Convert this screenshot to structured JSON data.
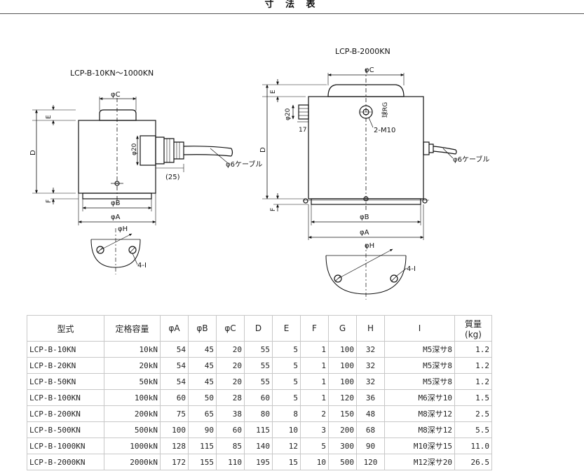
{
  "title": "寸 法 表",
  "drawing_left": {
    "model_label": "LCP-B-10KN～1000KN",
    "phi_c": "φC",
    "phi_20": "φ20",
    "phi_b": "φB",
    "phi_a": "φA",
    "phi_h": "φH",
    "d": "D",
    "e": "E",
    "f": "F",
    "dim_25": "(25)",
    "cable": "φ6ケーブル",
    "holes": "4-I"
  },
  "drawing_right": {
    "model_label": "LCP-B-2000KN",
    "phi_c": "φC",
    "phi_20": "φ20",
    "dim_17": "17",
    "ball": "球RG",
    "m10": "2-M10",
    "d": "D",
    "e": "E",
    "f": "F",
    "cable": "φ6ケーブル",
    "phi_b": "φB",
    "phi_a": "φA",
    "phi_h": "φH",
    "holes": "4-I"
  },
  "table": {
    "headers": [
      "型式",
      "定格容量",
      "φA",
      "φB",
      "φC",
      "D",
      "E",
      "F",
      "G",
      "H",
      "I",
      "質量\n(kg)"
    ],
    "rows": [
      [
        "LCP-B-10KN",
        "10kN",
        "54",
        "45",
        "20",
        "55",
        "5",
        "1",
        "100",
        "32",
        "M5深サ8",
        "1.2"
      ],
      [
        "LCP-B-20KN",
        "20kN",
        "54",
        "45",
        "20",
        "55",
        "5",
        "1",
        "100",
        "32",
        "M5深サ8",
        "1.2"
      ],
      [
        "LCP-B-50KN",
        "50kN",
        "54",
        "45",
        "20",
        "55",
        "5",
        "1",
        "100",
        "32",
        "M5深サ8",
        "1.2"
      ],
      [
        "LCP-B-100KN",
        "100kN",
        "60",
        "50",
        "28",
        "60",
        "5",
        "1",
        "120",
        "36",
        "M6深サ10",
        "1.5"
      ],
      [
        "LCP-B-200KN",
        "200kN",
        "75",
        "65",
        "38",
        "80",
        "8",
        "2",
        "150",
        "48",
        "M8深サ12",
        "2.5"
      ],
      [
        "LCP-B-500KN",
        "500kN",
        "100",
        "90",
        "60",
        "115",
        "10",
        "3",
        "200",
        "68",
        "M8深サ12",
        "5.5"
      ],
      [
        "LCP-B-1000KN",
        "1000kN",
        "128",
        "115",
        "85",
        "140",
        "12",
        "5",
        "300",
        "90",
        "M10深サ15",
        "11.0"
      ],
      [
        "LCP-B-2000KN",
        "2000kN",
        "172",
        "155",
        "110",
        "195",
        "15",
        "10",
        "500",
        "120",
        "M12深サ20",
        "26.5"
      ]
    ]
  }
}
